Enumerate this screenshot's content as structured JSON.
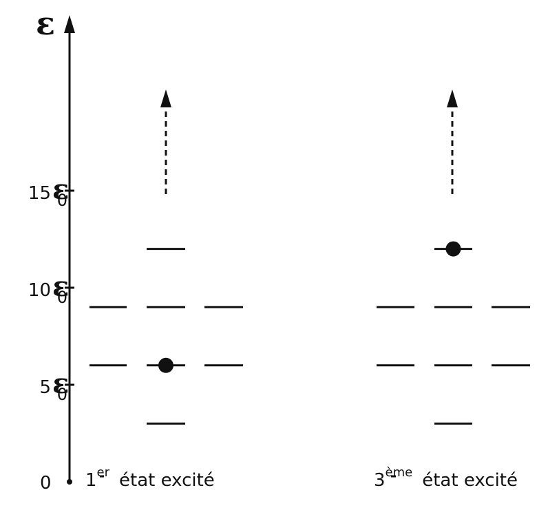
{
  "axis": {
    "symbol": "ε",
    "origin_label": "0",
    "tick_unit": "ε",
    "tick_unit_sub": "0",
    "ticks": [
      {
        "value": 5,
        "label": "5"
      },
      {
        "value": 10,
        "label": "10"
      },
      {
        "value": 15,
        "label": "15"
      }
    ]
  },
  "panels": [
    {
      "id": "first",
      "caption_main": "1",
      "caption_sup": "er",
      "caption_rest": "état excité",
      "levels": [
        {
          "column": 0,
          "energy": 6
        },
        {
          "column": 0,
          "energy": 9
        },
        {
          "column": 1,
          "energy": 3
        },
        {
          "column": 1,
          "energy": 6
        },
        {
          "column": 1,
          "energy": 9
        },
        {
          "column": 1,
          "energy": 12
        },
        {
          "column": 2,
          "energy": 6
        },
        {
          "column": 2,
          "energy": 9
        }
      ],
      "particle": {
        "column": 1,
        "energy": 6
      }
    },
    {
      "id": "third",
      "caption_main": "3",
      "caption_sup": "ème",
      "caption_rest": "état excité",
      "levels": [
        {
          "column": 0,
          "energy": 6
        },
        {
          "column": 0,
          "energy": 9
        },
        {
          "column": 1,
          "energy": 3
        },
        {
          "column": 1,
          "energy": 6
        },
        {
          "column": 1,
          "energy": 9
        },
        {
          "column": 1,
          "energy": 12
        },
        {
          "column": 2,
          "energy": 6
        },
        {
          "column": 2,
          "energy": 9
        }
      ],
      "particle": {
        "column": 1,
        "energy": 12
      }
    }
  ]
}
